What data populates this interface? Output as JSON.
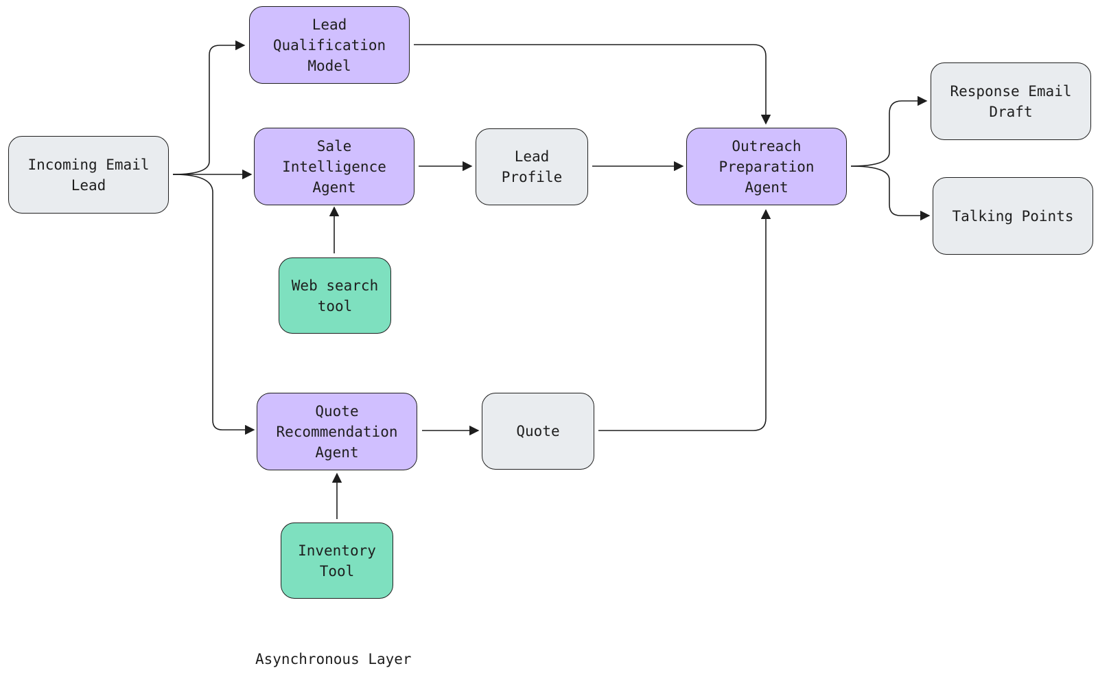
{
  "nodes": {
    "incoming_email_lead": {
      "label": "Incoming Email\nLead",
      "color": "#e9ecef"
    },
    "lead_qualification_model": {
      "label": "Lead\nQualification\nModel",
      "color": "#d0bfff"
    },
    "sale_intelligence_agent": {
      "label": "Sale\nIntelligence\nAgent",
      "color": "#d0bfff"
    },
    "web_search_tool": {
      "label": "Web search\ntool",
      "color": "#7ee0bf"
    },
    "quote_recommendation_agent": {
      "label": "Quote\nRecommendation\nAgent",
      "color": "#d0bfff"
    },
    "inventory_tool": {
      "label": "Inventory\nTool",
      "color": "#7ee0bf"
    },
    "lead_profile": {
      "label": "Lead\nProfile",
      "color": "#e9ecef"
    },
    "quote": {
      "label": "Quote",
      "color": "#e9ecef"
    },
    "outreach_preparation_agent": {
      "label": "Outreach\nPreparation\nAgent",
      "color": "#d0bfff"
    },
    "response_email_draft": {
      "label": "Response Email\nDraft",
      "color": "#e9ecef"
    },
    "talking_points": {
      "label": "Talking Points",
      "color": "#e9ecef"
    }
  },
  "edges": [
    {
      "from": "incoming_email_lead",
      "to": "lead_qualification_model"
    },
    {
      "from": "incoming_email_lead",
      "to": "sale_intelligence_agent"
    },
    {
      "from": "incoming_email_lead",
      "to": "quote_recommendation_agent"
    },
    {
      "from": "web_search_tool",
      "to": "sale_intelligence_agent"
    },
    {
      "from": "inventory_tool",
      "to": "quote_recommendation_agent"
    },
    {
      "from": "sale_intelligence_agent",
      "to": "lead_profile"
    },
    {
      "from": "quote_recommendation_agent",
      "to": "quote"
    },
    {
      "from": "lead_profile",
      "to": "outreach_preparation_agent"
    },
    {
      "from": "lead_qualification_model",
      "to": "outreach_preparation_agent"
    },
    {
      "from": "quote",
      "to": "outreach_preparation_agent"
    },
    {
      "from": "outreach_preparation_agent",
      "to": "response_email_draft"
    },
    {
      "from": "outreach_preparation_agent",
      "to": "talking_points"
    }
  ],
  "caption": "Asynchronous Layer"
}
